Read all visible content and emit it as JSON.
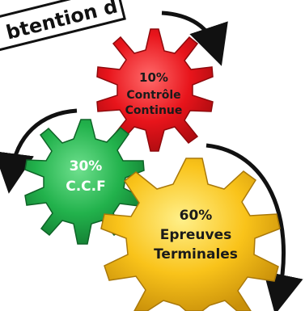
{
  "banner": {
    "text": "btention d"
  },
  "gears": [
    {
      "id": "red",
      "percent": "10%",
      "line1": "Contrôle",
      "line2": "Continue",
      "color": "#e8141b",
      "text_color": "#1a1a1a"
    },
    {
      "id": "green",
      "percent": "30%",
      "line1": "C.C.F",
      "line2": "",
      "color": "#22b24c",
      "text_color": "#ffffff"
    },
    {
      "id": "yellow",
      "percent": "60%",
      "line1": "Epreuves",
      "line2": "Terminales",
      "color": "#f9c31a",
      "text_color": "#1a1a1a"
    }
  ]
}
